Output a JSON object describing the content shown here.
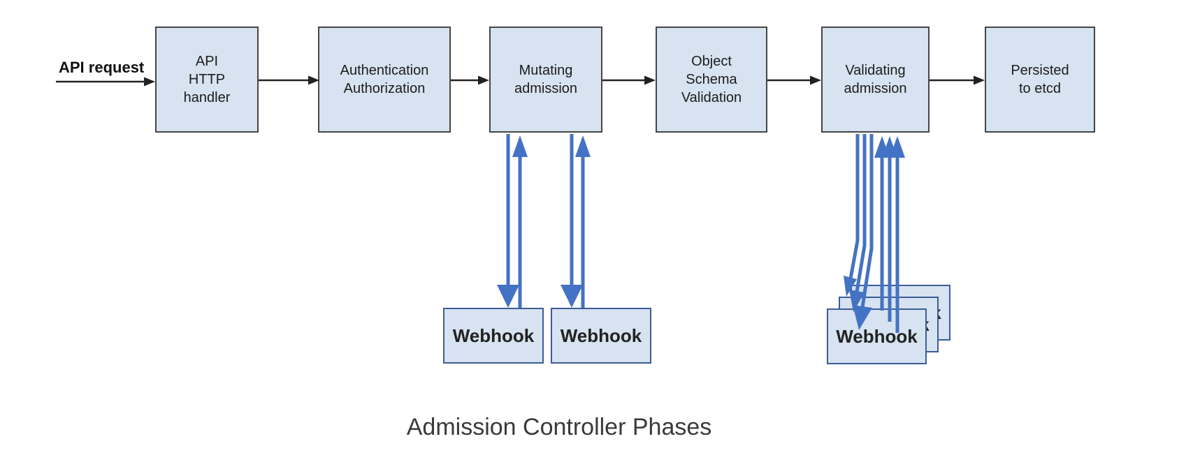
{
  "caption": "Admission Controller Phases",
  "flow": {
    "request_label": "API request"
  },
  "phases": [
    {
      "id": "api-http-handler",
      "label": "API\nHTTP\nhandler"
    },
    {
      "id": "authentication-authorization",
      "label": "Authentication\nAuthorization"
    },
    {
      "id": "mutating-admission",
      "label": "Mutating\nadmission"
    },
    {
      "id": "object-schema-validation",
      "label": "Object\nSchema\nValidation"
    },
    {
      "id": "validating-admission",
      "label": "Validating\nadmission"
    },
    {
      "id": "persisted-to-etcd",
      "label": "Persisted\nto etcd"
    }
  ],
  "mutating_webhooks": [
    {
      "label": "Webhook"
    },
    {
      "label": "Webhook"
    }
  ],
  "validating_webhooks": [
    {
      "label": "Webhook"
    },
    {
      "label": "Webhook"
    },
    {
      "label": "Webhook"
    }
  ],
  "colors": {
    "box-fill": "#d7e3f0",
    "box-border": "#454545",
    "webhook-border": "#3d5c97",
    "arrow-blue": "#4472c4",
    "arrow-black": "#212121",
    "text": "#1c1c1c",
    "caption": "#3a3a3a",
    "background": "#ffffff"
  }
}
